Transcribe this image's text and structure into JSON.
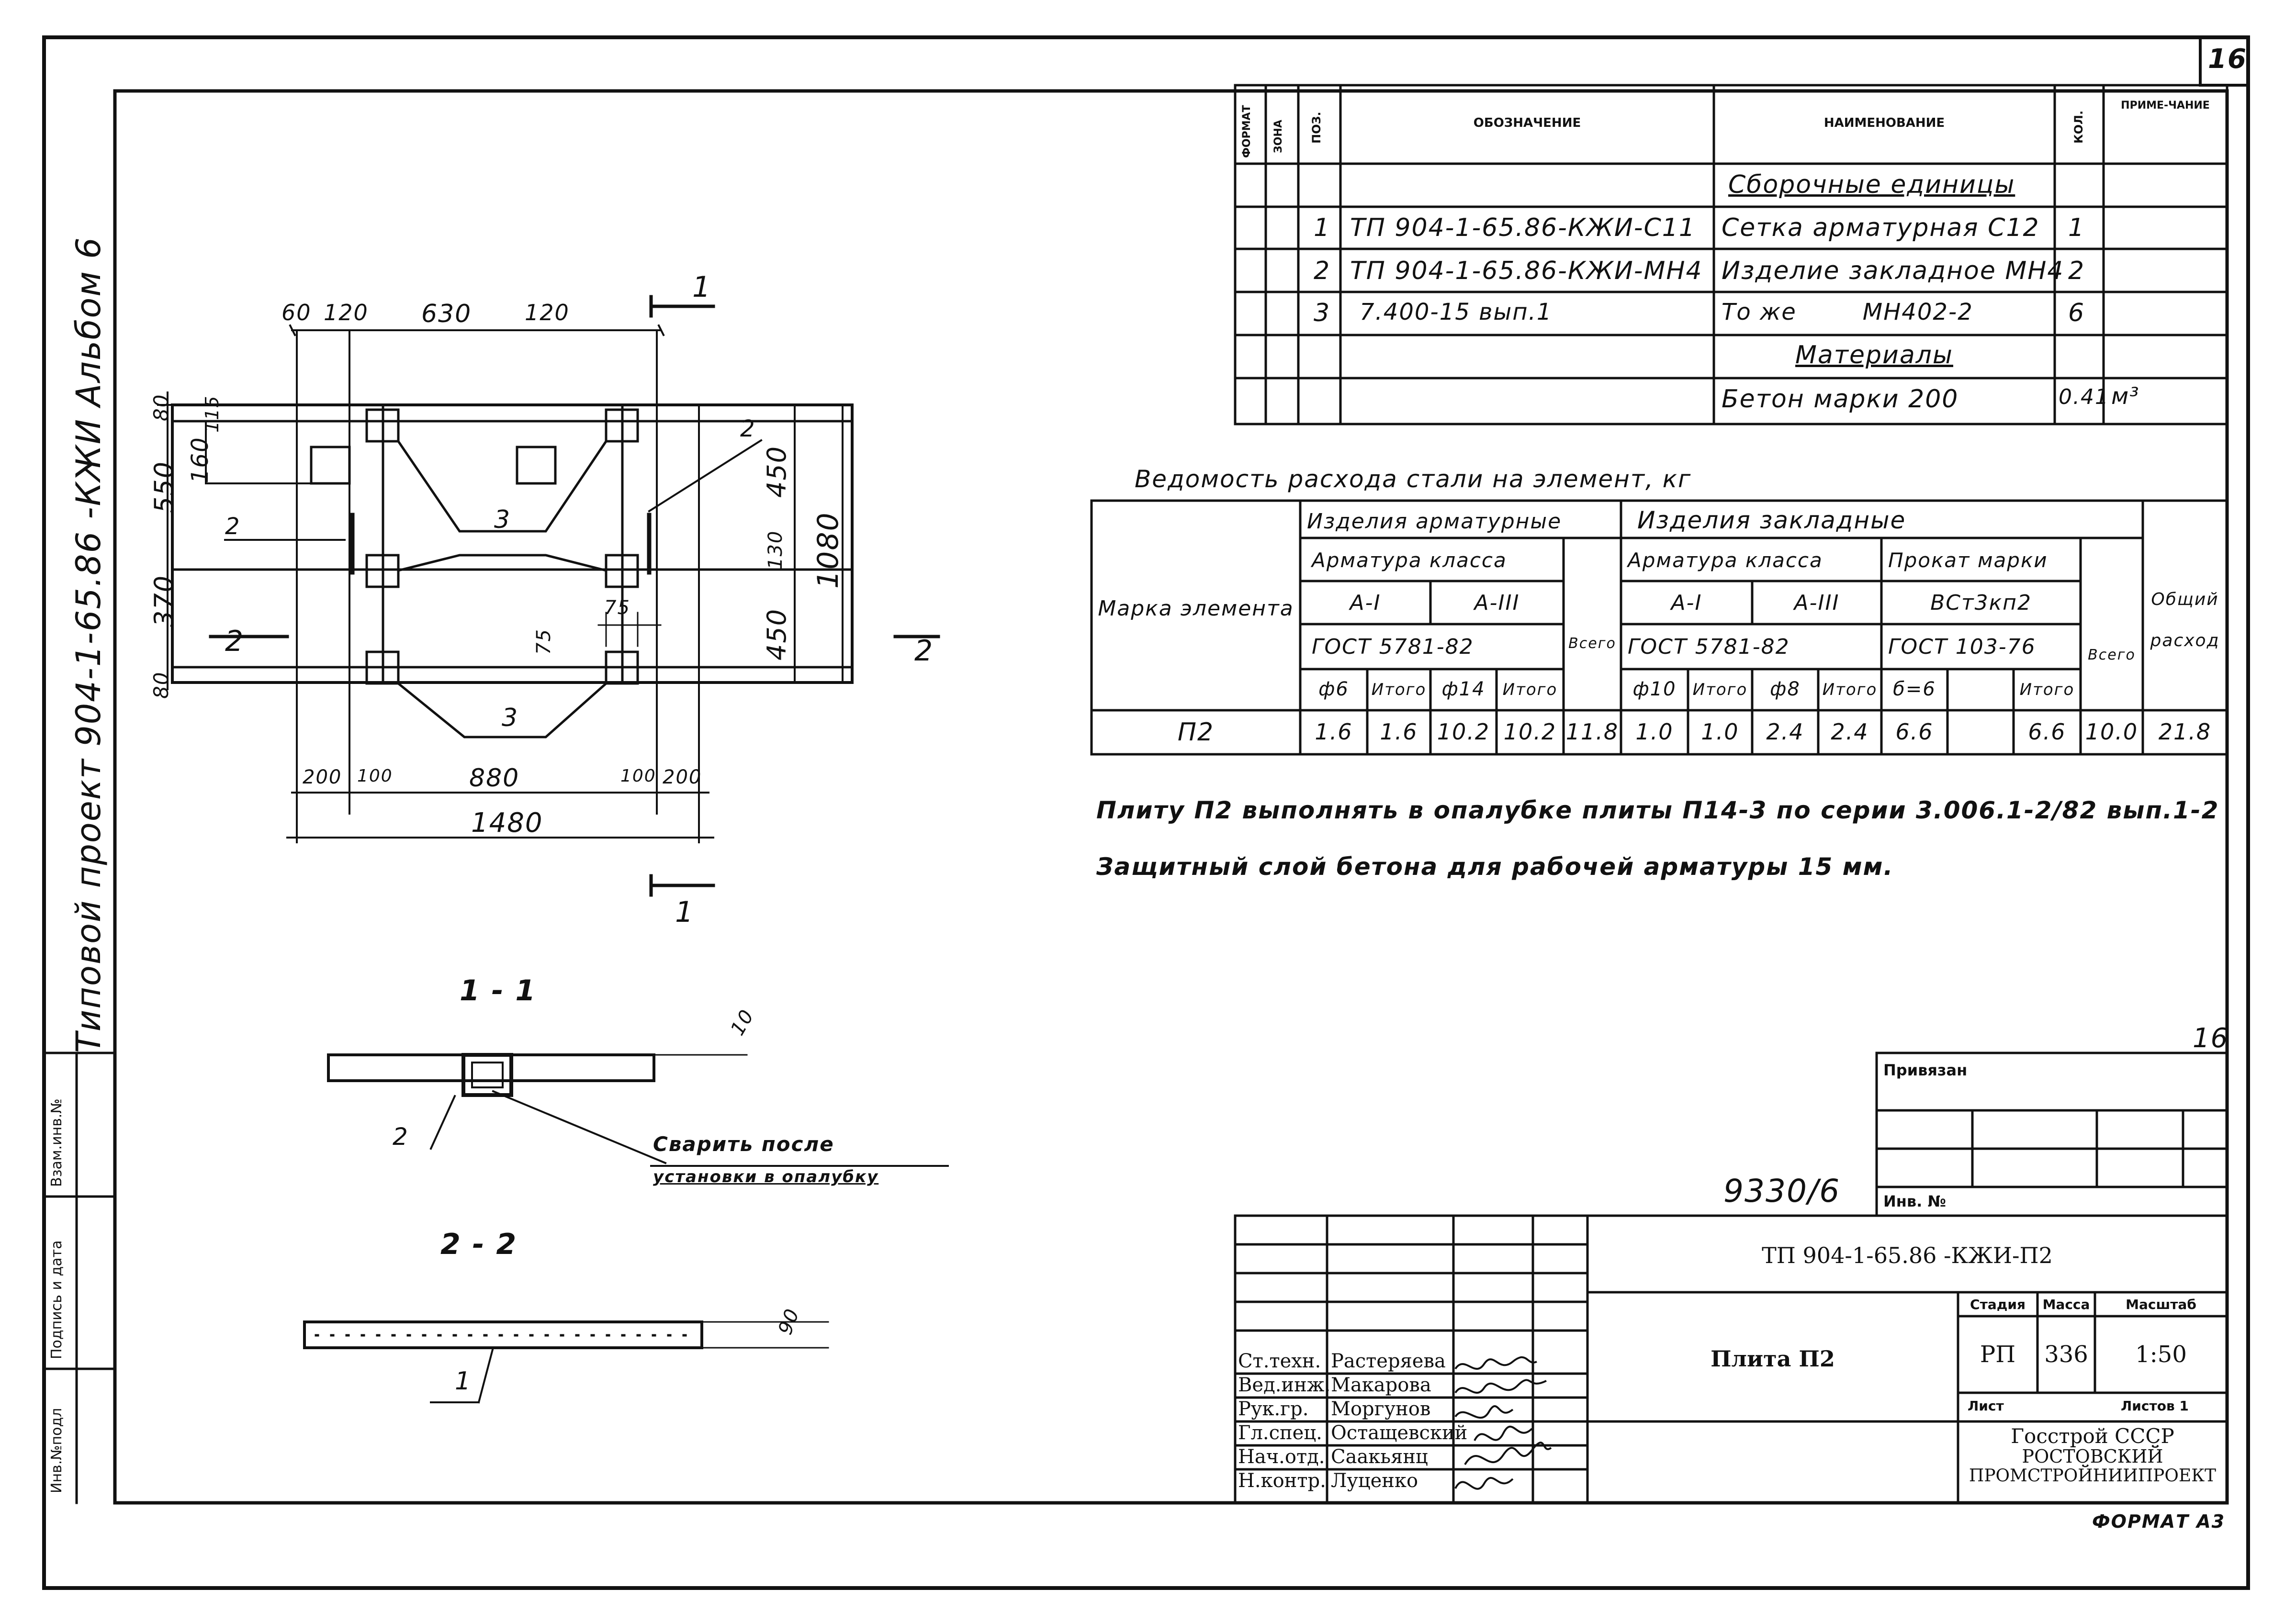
{
  "sheet": {
    "page_number": "16",
    "format_note": "ФОРМАТ А3",
    "side_text": "Типовой проект 904-1-65.86 -КЖИ Альбом 6",
    "left_stamp": [
      "Инв.№подл",
      "Подпись и дата",
      "Взам.инв.№"
    ]
  },
  "spec_table": {
    "headers": [
      "ФОРМАТ",
      "ЗОНА",
      "ПОЗ.",
      "ОБОЗНАЧЕНИЕ",
      "НАИМЕНОВАНИЕ",
      "КОЛ.",
      "ПРИМЕ-ЧАНИЕ"
    ],
    "rows": [
      {
        "pos": "",
        "designation": "",
        "name": "Сборочные единицы",
        "qty": "",
        "note": ""
      },
      {
        "pos": "1",
        "designation": "ТП 904-1-65.86-КЖИ-С11",
        "name": "Сетка арматурная С12",
        "qty": "1",
        "note": ""
      },
      {
        "pos": "2",
        "designation": "ТП 904-1-65.86-КЖИ-МН4",
        "name": "Изделие закладное МН4",
        "qty": "2",
        "note": ""
      },
      {
        "pos": "3",
        "designation": "7.400-15 вып.1",
        "name": "То же        МН402-2",
        "qty": "6",
        "note": ""
      },
      {
        "pos": "",
        "designation": "",
        "name": "Материалы",
        "qty": "",
        "note": ""
      },
      {
        "pos": "",
        "designation": "",
        "name": "Бетон марки 200",
        "qty": "0.41",
        "note": "м³"
      }
    ]
  },
  "steel_table": {
    "title": "Ведомость расхода стали на элемент, кг",
    "col_element": "Марка элемента",
    "group_arm": "Изделия арматурные",
    "group_zakl": "Изделия закладные",
    "arm_class": "Арматура класса",
    "arm_class2": "Арматура класса",
    "prokat": "Прокат марки",
    "a1": "А-I",
    "a3": "А-III",
    "a1b": "А-I",
    "a3b": "А-III",
    "vst": "ВСт3кп2",
    "gost1": "ГОСТ 5781-82",
    "gost2": "ГОСТ 5781-82",
    "gost3": "ГОСТ 103-76",
    "total": "Всего",
    "total2": "Всего",
    "general": "Общий расход",
    "sub": [
      "ф6",
      "Итого",
      "ф14",
      "Итого",
      "ф10",
      "Итого",
      "ф8",
      "Итого",
      "б=6",
      "",
      "Итого"
    ],
    "row": [
      "П2",
      "1.6",
      "1.6",
      "10.2",
      "10.2",
      "11.8",
      "1.0",
      "1.0",
      "2.4",
      "2.4",
      "6.6",
      "",
      "6.6",
      "10.0",
      "21.8"
    ]
  },
  "notes": [
    "Плиту П2 выполнять в опалубке плиты П14-3 по серии 3.006.1-2/82 вып.1-2",
    "Защитный слой бетона для рабочей арматуры 15 мм."
  ],
  "drawing": {
    "dims_top": [
      "60",
      "120",
      "630",
      "120"
    ],
    "dims_left": [
      "80",
      "115",
      "550",
      "160",
      "370",
      "80"
    ],
    "dims_right": [
      "450",
      "130",
      "450",
      "1080"
    ],
    "dims_bottom": [
      "200",
      "100",
      "880",
      "100",
      "200",
      "1480"
    ],
    "dims_inner": [
      "75",
      "75"
    ],
    "labels": [
      "2",
      "2",
      "3",
      "3"
    ],
    "section_marks": [
      "1",
      "1",
      "2",
      "2"
    ],
    "section11_title": "1 - 1",
    "section22_title": "2 - 2",
    "section11_labels": {
      "pos": "2",
      "dim": "10",
      "note1": "Сварить после",
      "note2": "установки в опалубку"
    },
    "section22_labels": {
      "pos": "1",
      "dim": "90"
    }
  },
  "title_block": {
    "doc_code": "9330/6",
    "sheet_num_small": "16",
    "privyazan": "Привязан",
    "inv_no": "Инв. №",
    "project_code": "ТП 904-1-65.86 -КЖИ-П2",
    "title": "Плита П2",
    "col_stage": "Стадия",
    "col_mass": "Масса",
    "col_scale": "Масштаб",
    "stage": "РП",
    "mass": "336",
    "scale": "1:50",
    "sheet_label": "Лист",
    "sheets_label": "Листов 1",
    "org": [
      "Госстрой СССР",
      "РОСТОВСКИЙ",
      "ПРОМСТРОЙНИИПРОЕКТ"
    ],
    "people": [
      {
        "role": "Ст.техн.",
        "name": "Растеряева"
      },
      {
        "role": "Вед.инж.",
        "name": "Макарова"
      },
      {
        "role": "Рук.гр.",
        "name": "Моргунов"
      },
      {
        "role": "Гл.спец.",
        "name": "Остащевский"
      },
      {
        "role": "Нач.отд.",
        "name": "Саакьянц"
      },
      {
        "role": "Н.контр.",
        "name": "Луценко"
      }
    ]
  }
}
